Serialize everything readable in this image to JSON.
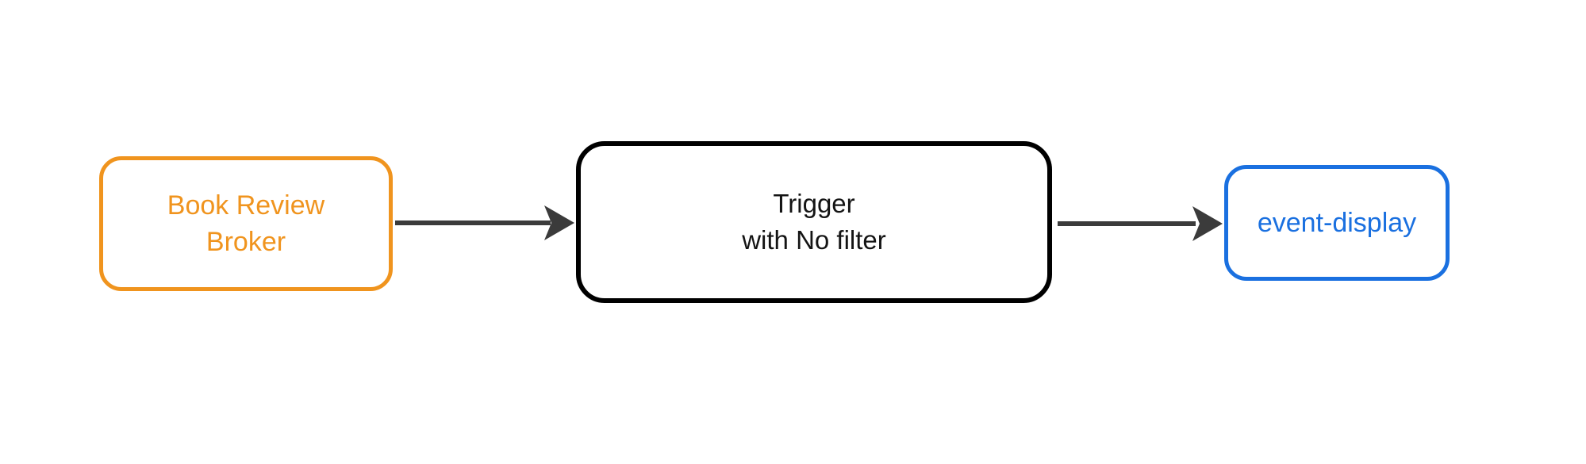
{
  "diagram": {
    "background_color": "#FFFFFF",
    "arrow_color": "#3B3B3B",
    "nodes": [
      {
        "id": "broker",
        "label_lines": [
          "Book Review",
          "Broker"
        ],
        "color": "#F0941E",
        "shape": "rounded-rectangle"
      },
      {
        "id": "trigger",
        "label_lines": [
          "Trigger",
          "with No filter"
        ],
        "color": "#000000",
        "shape": "rounded-rectangle"
      },
      {
        "id": "event-display",
        "label_lines": [
          "event-display"
        ],
        "color": "#1A70E0",
        "shape": "rounded-rectangle"
      }
    ],
    "edges": [
      {
        "from": "broker",
        "to": "trigger"
      },
      {
        "from": "trigger",
        "to": "event-display"
      }
    ]
  }
}
